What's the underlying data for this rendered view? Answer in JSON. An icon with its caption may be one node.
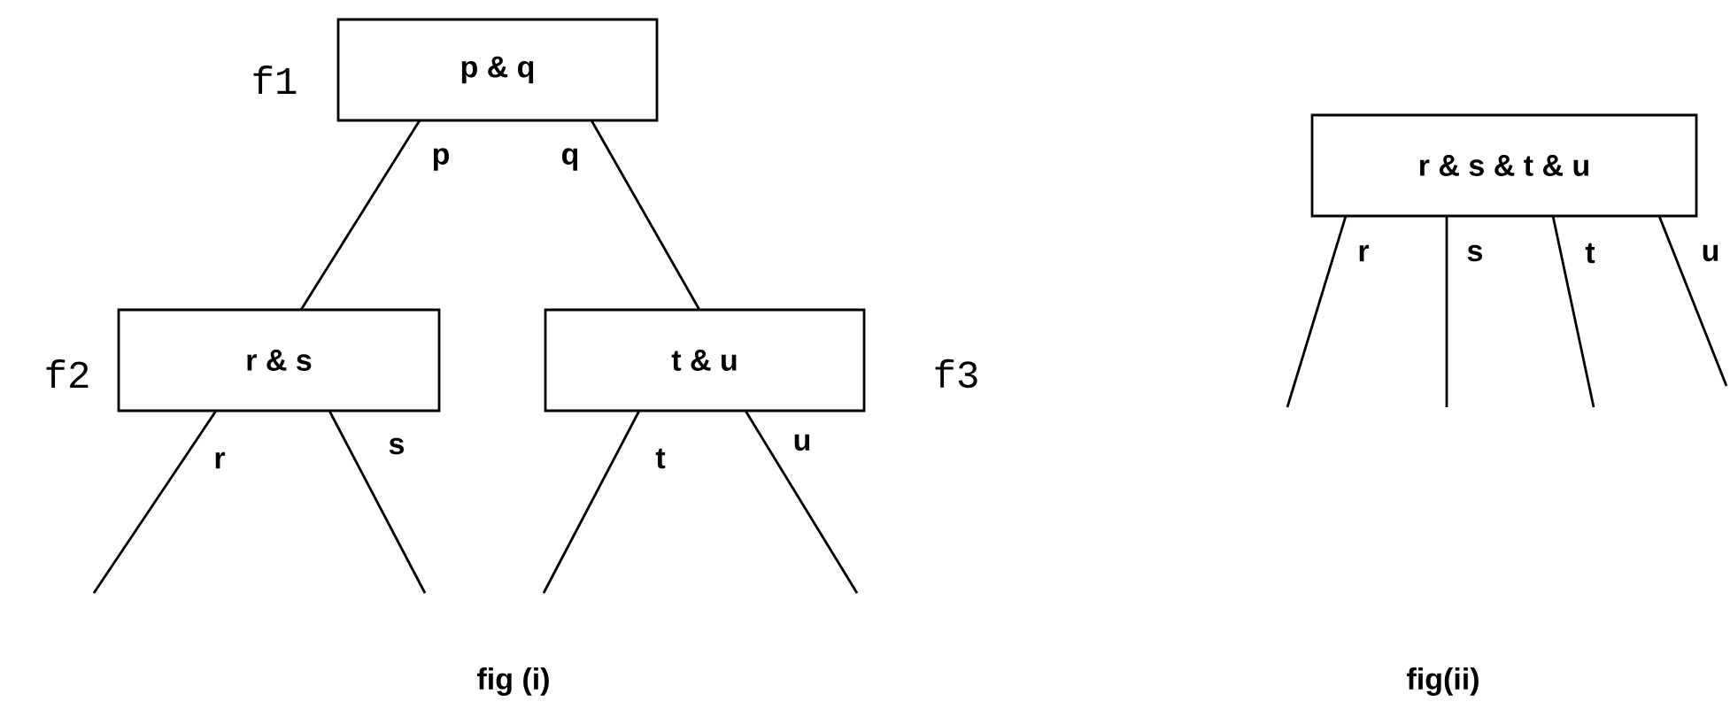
{
  "diagram": {
    "nodes": [
      {
        "text": [
          "p & q"
        ],
        "beside": [
          "f1"
        ]
      },
      {
        "text": [
          "r & s"
        ],
        "beside": [
          "f2"
        ]
      },
      {
        "text": [
          "t & u"
        ],
        "beside": [
          "f3"
        ]
      },
      {
        "text": [
          "r & s & t & u"
        ]
      }
    ],
    "edges": [
      {
        "from": 0,
        "to": 1,
        "arrow": "none",
        "label": "p"
      },
      {
        "from": 0,
        "to": 2,
        "arrow": "none",
        "label": "q"
      },
      {
        "from": 1,
        "to": null,
        "arrow": "none",
        "label": "r"
      },
      {
        "from": 1,
        "to": null,
        "arrow": "none",
        "label": "s"
      },
      {
        "from": 2,
        "to": null,
        "arrow": "none",
        "label": "t"
      },
      {
        "from": 2,
        "to": null,
        "arrow": "none",
        "label": "u"
      },
      {
        "from": 3,
        "to": null,
        "arrow": "none",
        "label": "r"
      },
      {
        "from": 3,
        "to": null,
        "arrow": "none",
        "label": "s"
      },
      {
        "from": 3,
        "to": null,
        "arrow": "none",
        "label": "t"
      },
      {
        "from": 3,
        "to": null,
        "arrow": "none",
        "label": "u"
      }
    ],
    "labels": [
      "fig (i)",
      "fig(ii)"
    ]
  }
}
